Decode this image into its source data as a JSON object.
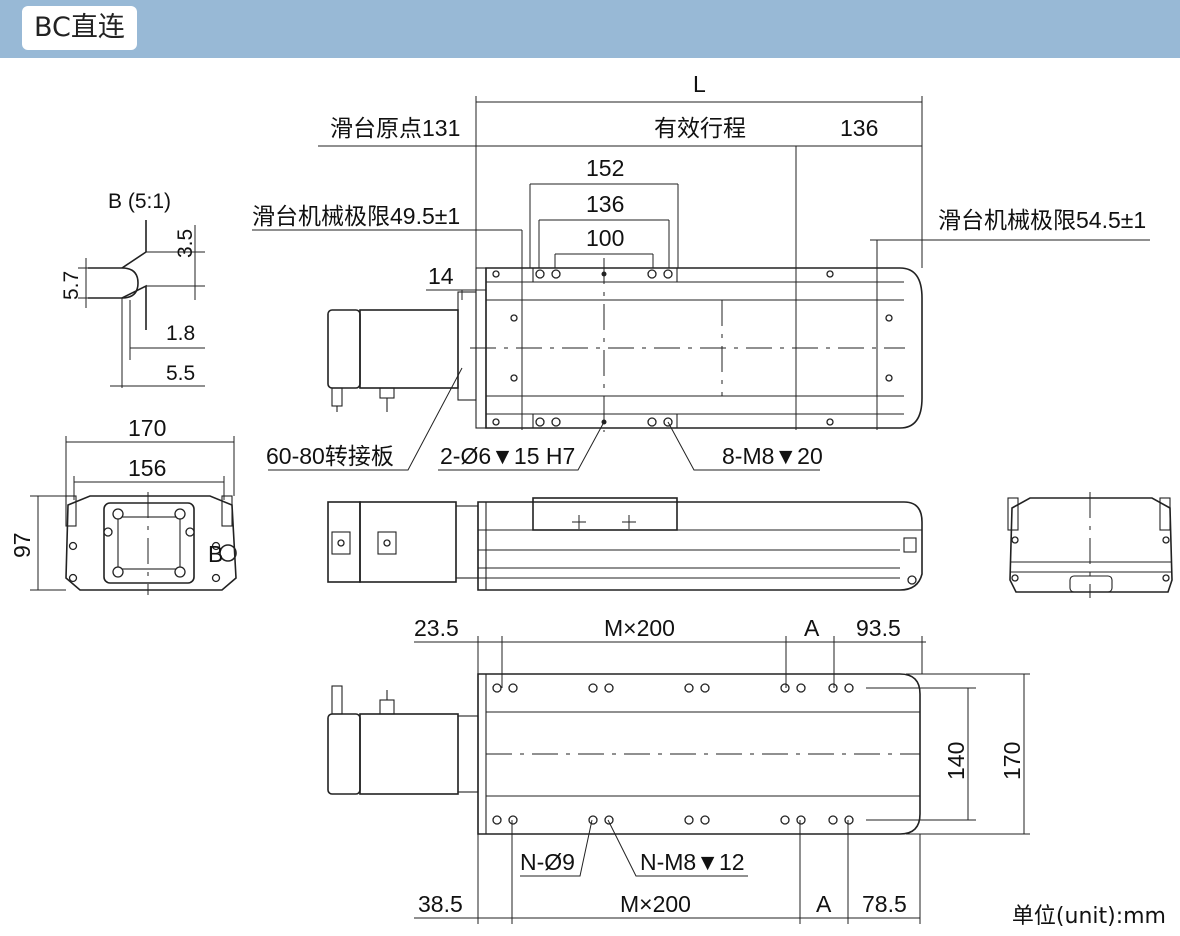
{
  "header": {
    "title": "BC直连"
  },
  "labels": {
    "L": "L",
    "origin": "滑台原点131",
    "stroke": "有效行程",
    "end136": "136",
    "d152": "152",
    "d136": "136",
    "d100": "100",
    "limitLeft": "滑台机械极限49.5±1",
    "limitRight": "滑台机械极限54.5±1",
    "d14": "14",
    "detailB": "B (5:1)",
    "d3_5": "3.5",
    "d5_7": "5.7",
    "d1_8": "1.8",
    "d5_5": "5.5",
    "d170top": "170",
    "d156": "156",
    "d97": "97",
    "markB": "B",
    "plate": "60-80转接板",
    "pinHole": "2-Ø6▼15  H7",
    "m8": "8-M8▼20",
    "b23_5": "23.5",
    "bMx200": "M×200",
    "bA": "A",
    "b93_5": "93.5",
    "d140": "140",
    "d170right": "170",
    "nO9": "N-Ø9",
    "nM8": "N-M8▼12",
    "c38_5": "38.5",
    "cMx200": "M×200",
    "cA": "A",
    "c78_5": "78.5"
  },
  "footer": {
    "unit": "单位(unit):mm"
  }
}
